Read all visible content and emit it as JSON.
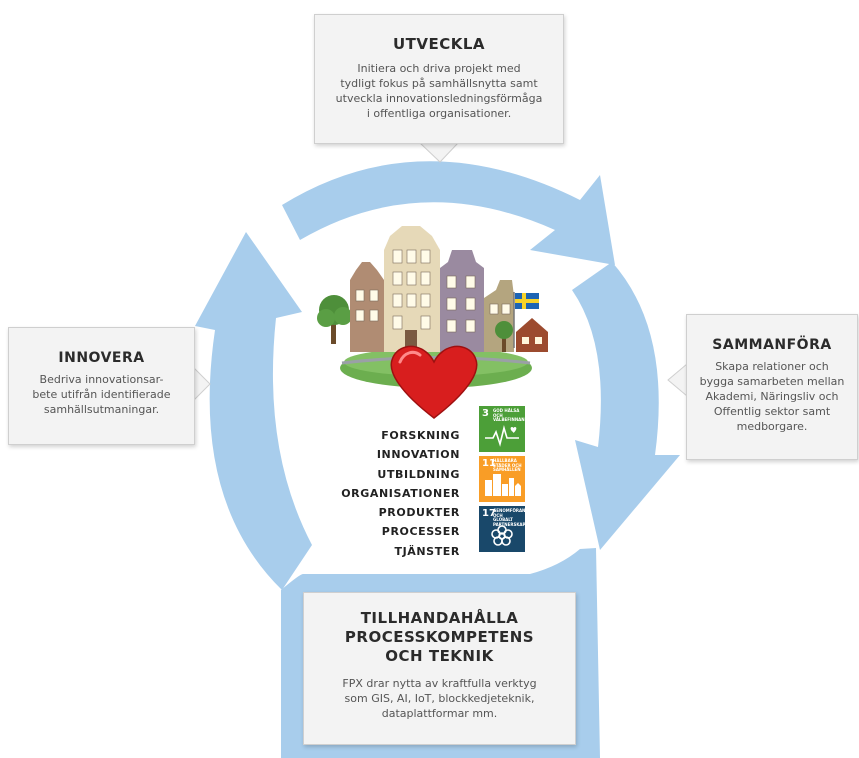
{
  "boxes": {
    "utveckla": {
      "title": "UTVECKLA",
      "description": "Initiera och driva projekt med\ntydligt fokus på samhällsnytta samt\nutveckla innovationsledningsförmåga\ni offentliga organisationer."
    },
    "sammanfora": {
      "title": "SAMMANFÖRA",
      "description": "Skapa relationer och\nbygga samarbeten mellan\nAkademi, Näringsliv och\nOffentlig sektor samt\nmedborgare."
    },
    "innovera": {
      "title": "INNOVERA",
      "description": "Bedriva innovationsar-\nbete utifrån identifierade\nsamhällsutmaningar."
    },
    "tillhandahalla": {
      "title": "TILLHANDAHÅLLA\nPROCESSKOMPETENS\nOCH TEKNIK",
      "description": "FPX drar nytta av kraftfulla verktyg\nsom GIS, AI, IoT, blockkedjeteknik,\ndataplattformar mm."
    }
  },
  "center_words": [
    "FORSKNING",
    "INNOVATION",
    "UTBILDNING",
    "ORGANISATIONER",
    "PRODUKTER",
    "PROCESSER",
    "TJÄNSTER"
  ],
  "sdg_badges": [
    {
      "number": "3",
      "label": "God hälsa och välbefinnande",
      "color": "#4c9f38",
      "icon": "heartbeat-icon"
    },
    {
      "number": "11",
      "label": "Hållbara städer och samhällen",
      "color": "#f99d26",
      "icon": "city-icon"
    },
    {
      "number": "17",
      "label": "Genomförande och globalt partnerskap",
      "color": "#19486a",
      "icon": "flower-icon"
    }
  ],
  "colors": {
    "cycle_arrow": "#a8cdec",
    "heart": "#d81e1e",
    "grass": "#6cae4f"
  },
  "illustration": {
    "elements": [
      "town-houses",
      "trees",
      "swedish-flag",
      "heart",
      "green-hill"
    ]
  }
}
